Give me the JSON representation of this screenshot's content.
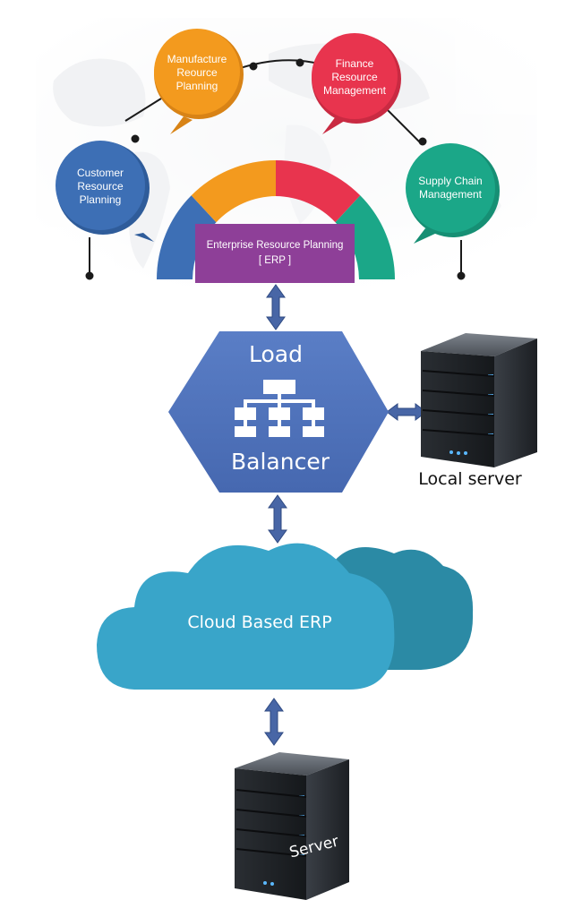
{
  "modules": {
    "customer": "Customer\nResource\nPlanning",
    "manufacture": "Manufacture\nReource\nPlanning",
    "finance": "Finance\nResource\nManagement",
    "supply_chain": "Supply Chain\nManagement"
  },
  "erp": {
    "label": "Enterprise Resource Planning\n[ ERP ]"
  },
  "load_balancer": {
    "line1": "Load",
    "line2": "Balancer"
  },
  "local_server": {
    "label": "Local server"
  },
  "cloud": {
    "label": "Cloud Based ERP"
  },
  "server": {
    "label": "Server"
  },
  "colors": {
    "customer": "#3d6fb5",
    "manufacture": "#f39a1e",
    "finance": "#e8344e",
    "supply_chain": "#1ba788",
    "erp_box": "#8e3f98",
    "hexagon": "#4f73bd",
    "cloud_front": "#39a5c9",
    "cloud_back": "#2b8aa5",
    "arrow": "#4866a6"
  }
}
